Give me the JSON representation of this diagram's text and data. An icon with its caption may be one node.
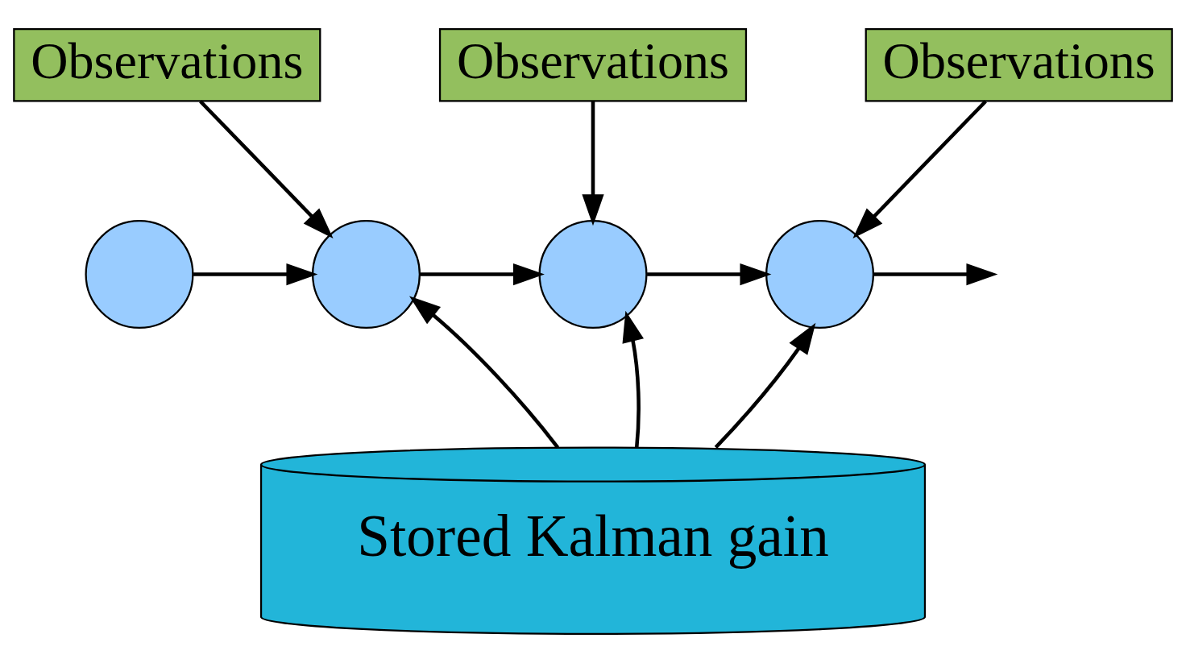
{
  "diagram": {
    "nodes": [
      {
        "text": [
          "Observations"
        ]
      },
      {
        "text": [
          "Observations"
        ]
      },
      {
        "text": [
          "Observations"
        ]
      },
      {
        "text": [],
        "shape": "circle"
      },
      {
        "text": [],
        "shape": "circle"
      },
      {
        "text": [],
        "shape": "circle"
      },
      {
        "text": [],
        "shape": "circle"
      },
      {
        "text": [
          "Stored Kalman gain"
        ]
      }
    ],
    "edges": [
      {
        "from": 0,
        "to": 4,
        "arrow": "to"
      },
      {
        "from": 1,
        "to": 5,
        "arrow": "to"
      },
      {
        "from": 2,
        "to": 6,
        "arrow": "to"
      },
      {
        "from": 3,
        "to": 4,
        "arrow": "to"
      },
      {
        "from": 4,
        "to": 5,
        "arrow": "to"
      },
      {
        "from": 5,
        "to": 6,
        "arrow": "to"
      },
      {
        "from": 6,
        "to": null,
        "arrow": "to"
      },
      {
        "from": 7,
        "to": 4,
        "arrow": "to"
      },
      {
        "from": 7,
        "to": 5,
        "arrow": "to"
      },
      {
        "from": 7,
        "to": 6,
        "arrow": "to"
      }
    ]
  }
}
